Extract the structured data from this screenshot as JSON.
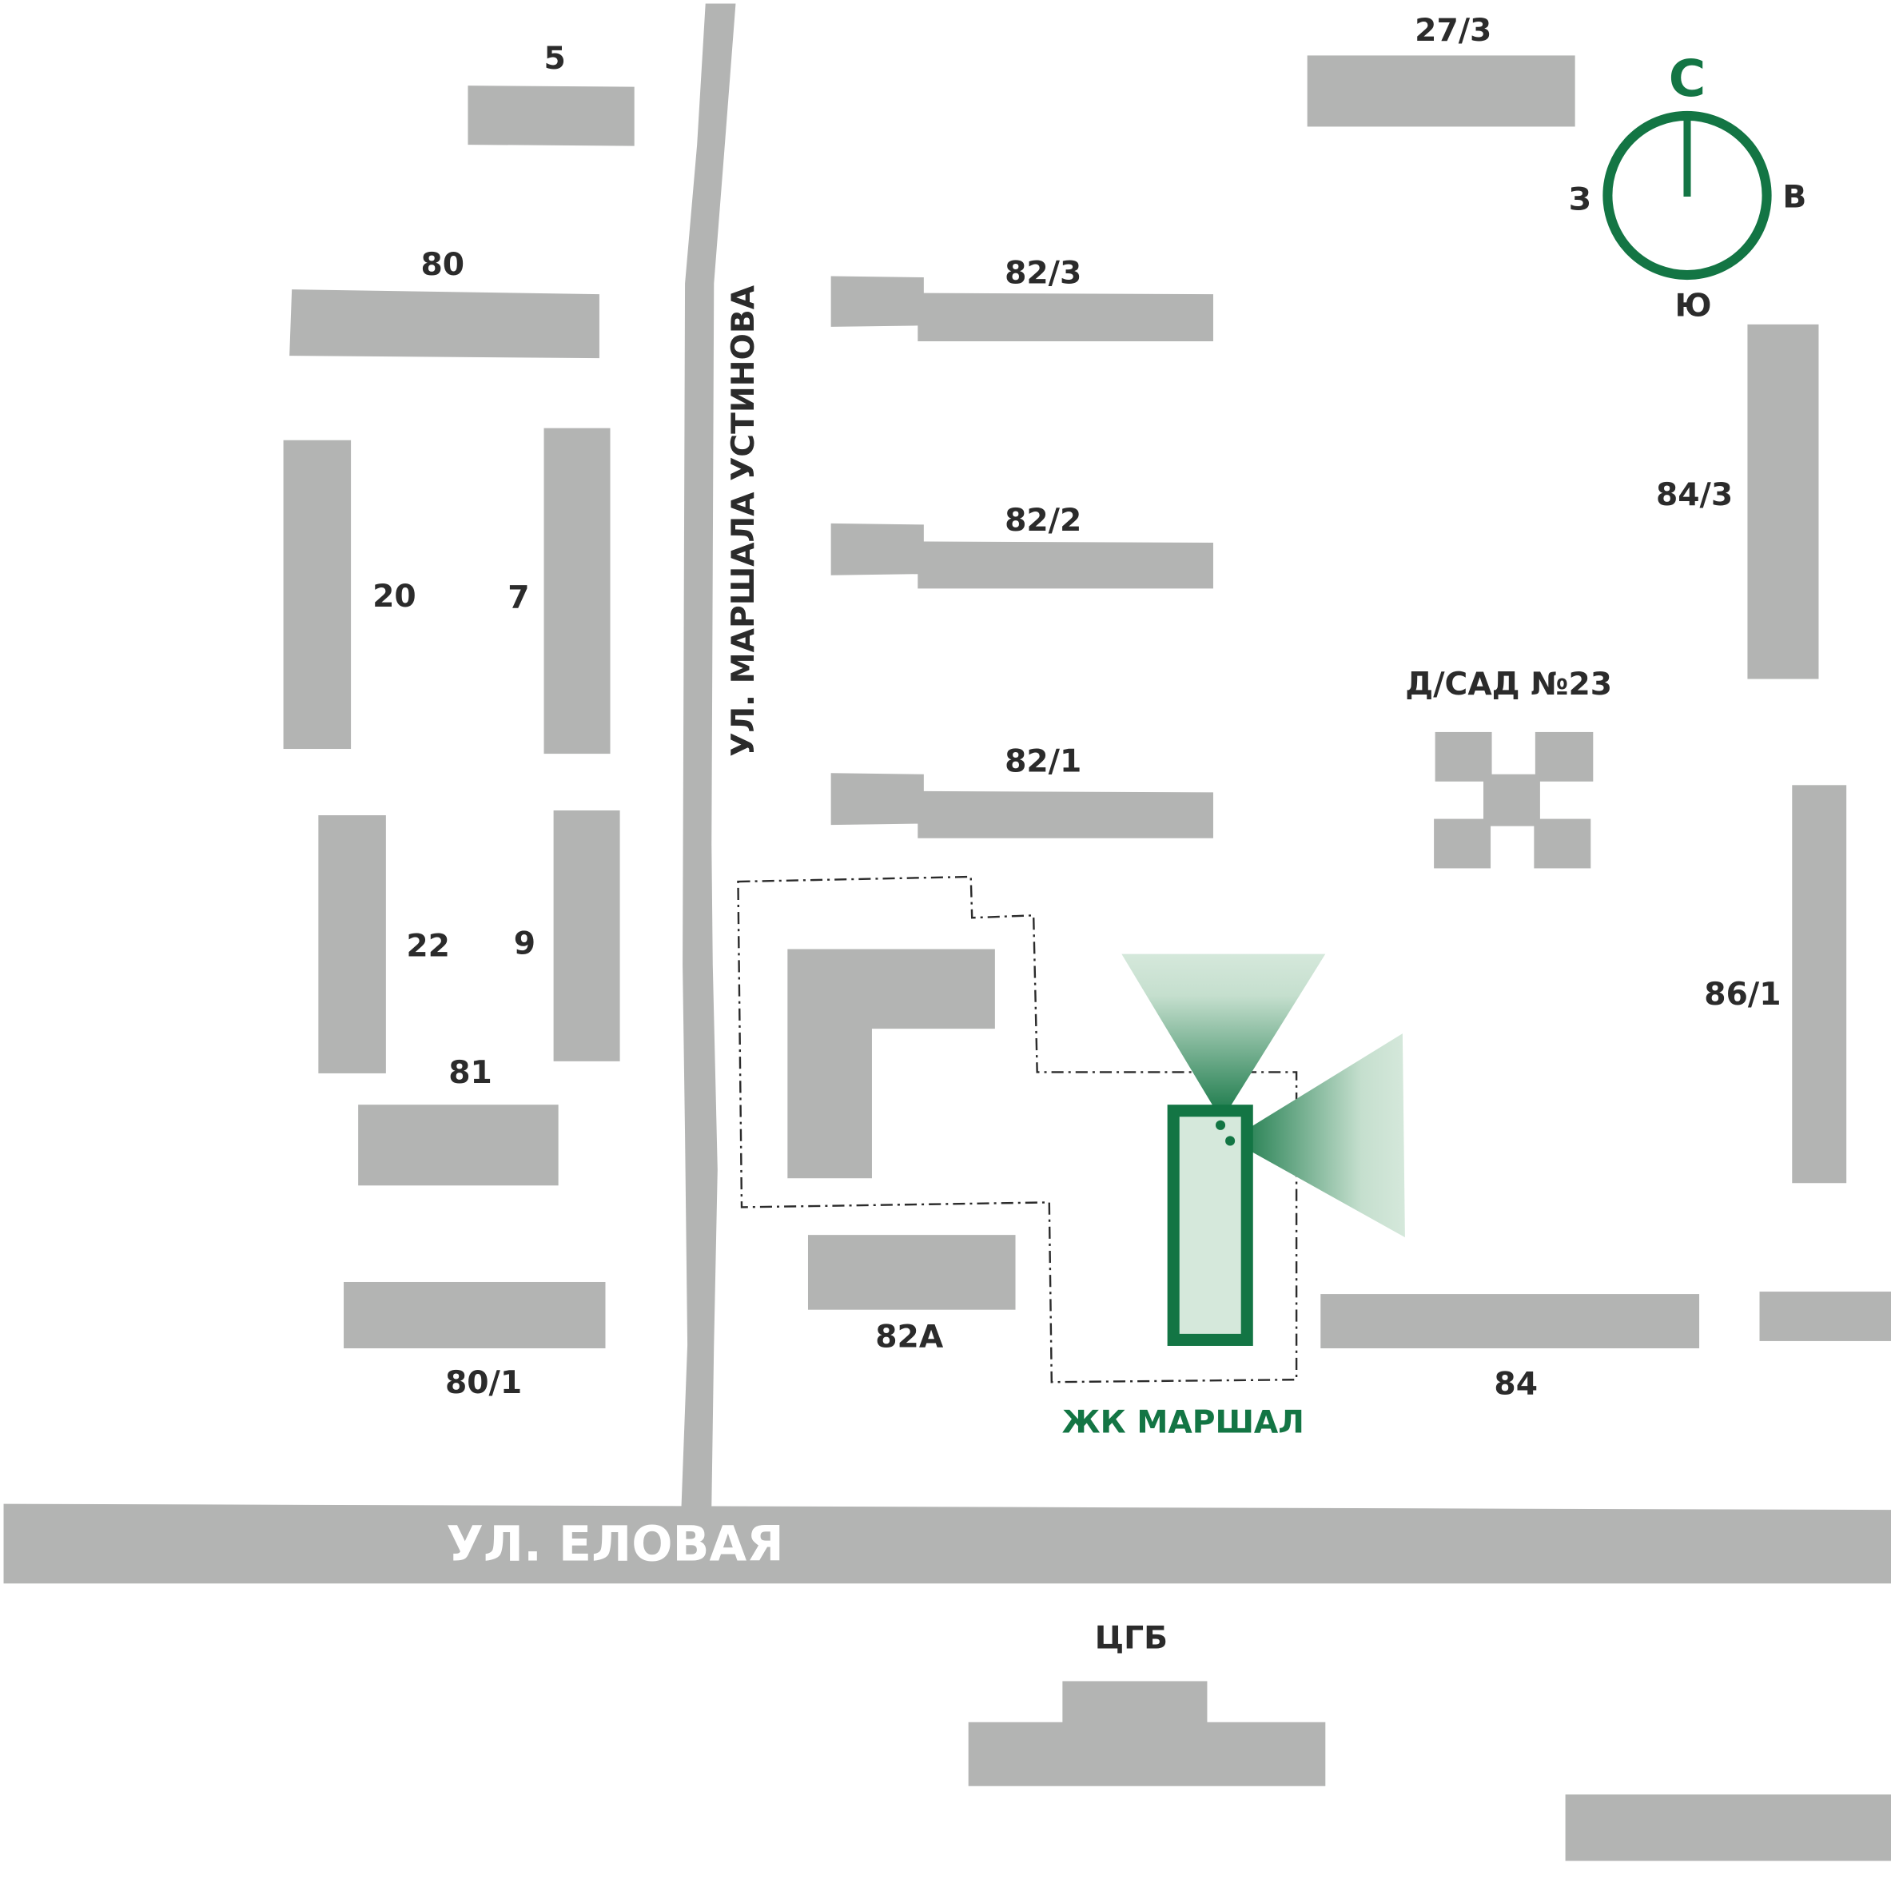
{
  "colors": {
    "building": "#b3b4b3",
    "accent": "#137544",
    "accent_light": "#d5e8db",
    "text": "#2b2b2b"
  },
  "streets": {
    "elovaya": "УЛ. ЕЛОВАЯ",
    "ustinova": "УЛ. МАРШАЛА УСТИНОВА"
  },
  "buildings": {
    "b5": "5",
    "b27_3": "27/3",
    "b80": "80",
    "b20": "20",
    "b7": "7",
    "b22": "22",
    "b9": "9",
    "b81": "81",
    "b80_1": "80/1",
    "b82_3": "82/3",
    "b82_2": "82/2",
    "b82_1": "82/1",
    "b82a": "82А",
    "b84": "84",
    "b84_3": "84/3",
    "b86_1": "86/1",
    "kindergarten": "Д/САД №23",
    "hospital": "ЦГБ"
  },
  "project": {
    "name": "ЖК МАРШАЛ"
  },
  "compass": {
    "north": "С",
    "west": "З",
    "east": "В",
    "south": "Ю"
  }
}
